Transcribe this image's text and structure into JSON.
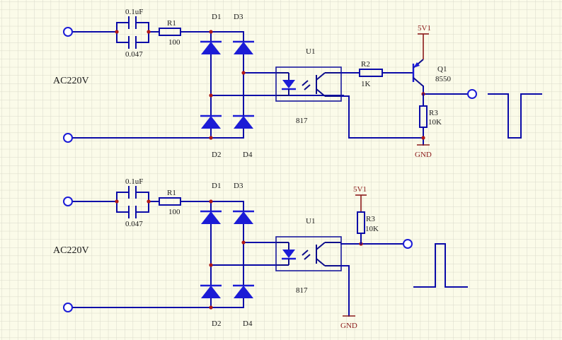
{
  "circuits": [
    {
      "cap1": "0.1uF",
      "cap2": "0.047",
      "r_in_name": "R1",
      "r_in_value": "100",
      "d1": "D1",
      "d2": "D2",
      "d3": "D3",
      "d4": "D4",
      "source": "AC220V",
      "optocoupler_name": "U1",
      "optocoupler_part": "817",
      "r_base_name": "R2",
      "r_base_value": "1K",
      "supply": "5V1",
      "transistor_name": "Q1",
      "transistor_part": "8550",
      "r_load_name": "R3",
      "r_load_value": "10K",
      "ground": "GND"
    },
    {
      "cap1": "0.1uF",
      "cap2": "0.047",
      "r_in_name": "R1",
      "r_in_value": "100",
      "d1": "D1",
      "d2": "D2",
      "d3": "D3",
      "d4": "D4",
      "source": "AC220V",
      "optocoupler_name": "U1",
      "optocoupler_part": "817",
      "supply": "5V1",
      "r_load_name": "R3",
      "r_load_value": "10K",
      "ground": "GND"
    }
  ],
  "colors": {
    "background": "#fbfbe9",
    "grid": "#d9d9c9",
    "wire": "#0b0ba8",
    "component": "#1c1cd6",
    "junction": "#b01818",
    "power_label": "#8b1a1a"
  }
}
